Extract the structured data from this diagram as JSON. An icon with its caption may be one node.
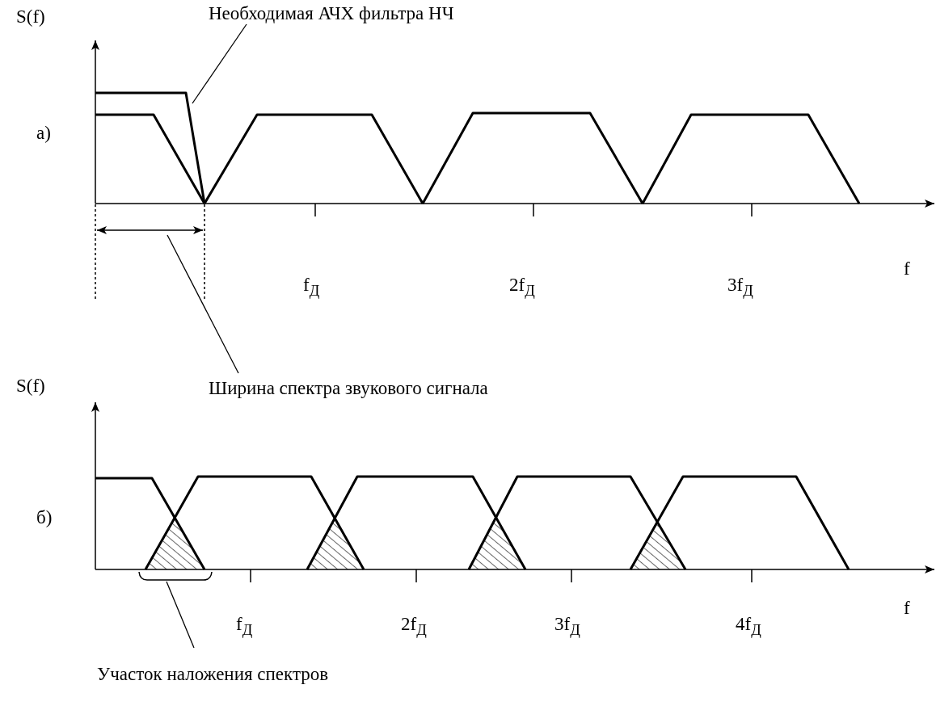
{
  "diagram": {
    "nodes": [
      {
        "text": [
          "Необходимая АЧХ фильтра НЧ"
        ]
      },
      {
        "text": [],
        "shape": "curve"
      },
      {
        "text": [
          "Ширина спектра звукового сигнала"
        ]
      },
      {
        "text": [],
        "shape": "arrow"
      },
      {
        "text": [
          "Участок наложения спектров"
        ]
      },
      {
        "text": [],
        "shape": "bracket"
      }
    ],
    "edges": [
      {
        "from": 0,
        "to": 1,
        "arrow": "none"
      },
      {
        "from": 2,
        "to": 3,
        "arrow": "none"
      },
      {
        "from": 4,
        "to": 5,
        "arrow": "none"
      }
    ],
    "labels": [
      "S(f)",
      "а)",
      "f$_{Д}$",
      "2f$_{Д}$",
      "3f$_{Д}$",
      "f",
      "S(f)",
      "б)",
      "f$_{Д}$",
      "2f$_{Д}$",
      "3f$_{Д}$",
      "4f$_{Д}$",
      "f"
    ]
  }
}
